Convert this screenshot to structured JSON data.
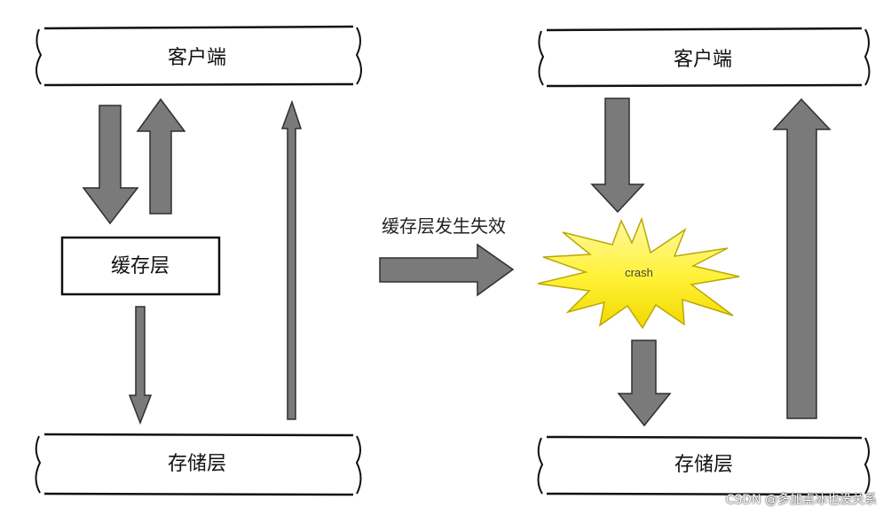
{
  "left": {
    "client_label": "客户端",
    "cache_label": "缓存层",
    "storage_label": "存储层"
  },
  "transition_label": "缓存层发生失效",
  "right": {
    "client_label": "客户端",
    "crash_label": "crash",
    "storage_label": "存储层"
  },
  "watermark": "CSDN @多加点冰也没关系",
  "colors": {
    "arrow_fill": "#7a7a7a",
    "arrow_stroke": "#2f2f2f",
    "crash_fill": "#fff135",
    "crash_stroke": "#b9a800",
    "box_border": "#111111"
  }
}
